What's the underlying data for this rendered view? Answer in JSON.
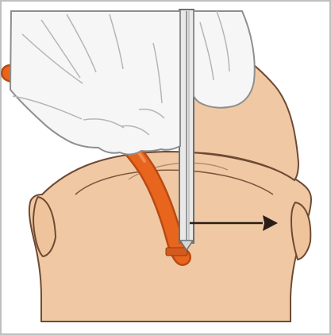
{
  "illustration": {
    "colors": {
      "background": "#ffffff",
      "border": "#bfbfbf",
      "skin": "#f0c9a4",
      "skin_outline": "#6e4a34",
      "glove": "#f6f6f6",
      "glove_outline": "#8e8e8e",
      "tube": "#e8651e",
      "tube_dark": "#b84a12",
      "needle": "#e9e9e9",
      "needle_outline": "#6f6f6f",
      "arrow": "#2a1d16"
    },
    "icons": [
      "gloved-hands",
      "needle",
      "catheter-tube",
      "direction-arrow",
      "head-and-neck"
    ]
  }
}
